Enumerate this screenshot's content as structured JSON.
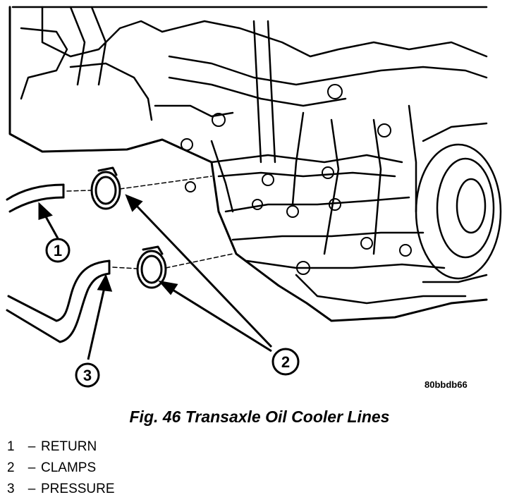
{
  "figure": {
    "id_code": "80bbdb66",
    "callouts": [
      {
        "number": "1"
      },
      {
        "number": "2"
      },
      {
        "number": "3"
      }
    ]
  },
  "caption": "Fig. 46 Transaxle Oil Cooler Lines",
  "legend": [
    {
      "number": "1",
      "dash": "–",
      "label": "RETURN"
    },
    {
      "number": "2",
      "dash": "–",
      "label": "CLAMPS"
    },
    {
      "number": "3",
      "dash": "–",
      "label": "PRESSURE"
    }
  ]
}
